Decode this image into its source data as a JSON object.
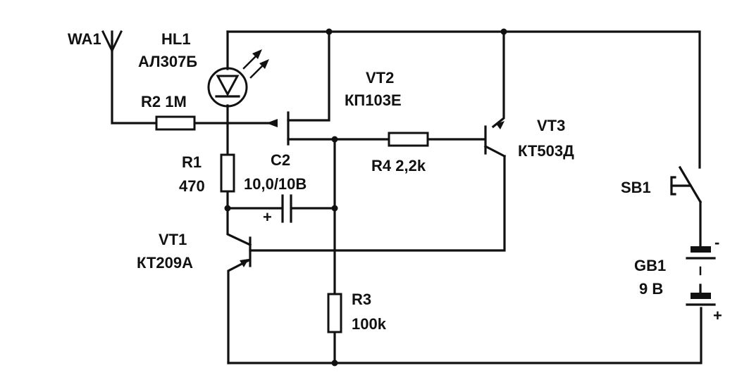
{
  "diagram": {
    "type": "electronic schematic",
    "components": {
      "WA1": {
        "ref": "WA1",
        "kind": "antenna"
      },
      "HL1": {
        "ref": "HL1",
        "part": "АЛ307Б",
        "kind": "LED"
      },
      "R2": {
        "ref": "R2",
        "value": "1M",
        "label": "R2 1M",
        "kind": "resistor"
      },
      "VT2": {
        "ref": "VT2",
        "part": "КП103Е",
        "kind": "field-effect transistor"
      },
      "VT3": {
        "ref": "VT3",
        "part": "КТ503Д",
        "kind": "NPN transistor"
      },
      "R4": {
        "ref": "R4",
        "value": "2,2k",
        "label": "R4 2,2k",
        "kind": "resistor"
      },
      "R1": {
        "ref": "R1",
        "value": "470",
        "kind": "resistor"
      },
      "C2": {
        "ref": "C2",
        "value": "10,0/10B",
        "kind": "electrolytic capacitor",
        "polarity": "+"
      },
      "VT1": {
        "ref": "VT1",
        "part": "КТ209А",
        "kind": "PNP transistor"
      },
      "R3": {
        "ref": "R3",
        "value": "100k",
        "kind": "resistor"
      },
      "SB1": {
        "ref": "SB1",
        "kind": "push button"
      },
      "GB1": {
        "ref": "GB1",
        "value": "9 В",
        "kind": "battery",
        "neg": "-",
        "pos": "+"
      }
    }
  }
}
